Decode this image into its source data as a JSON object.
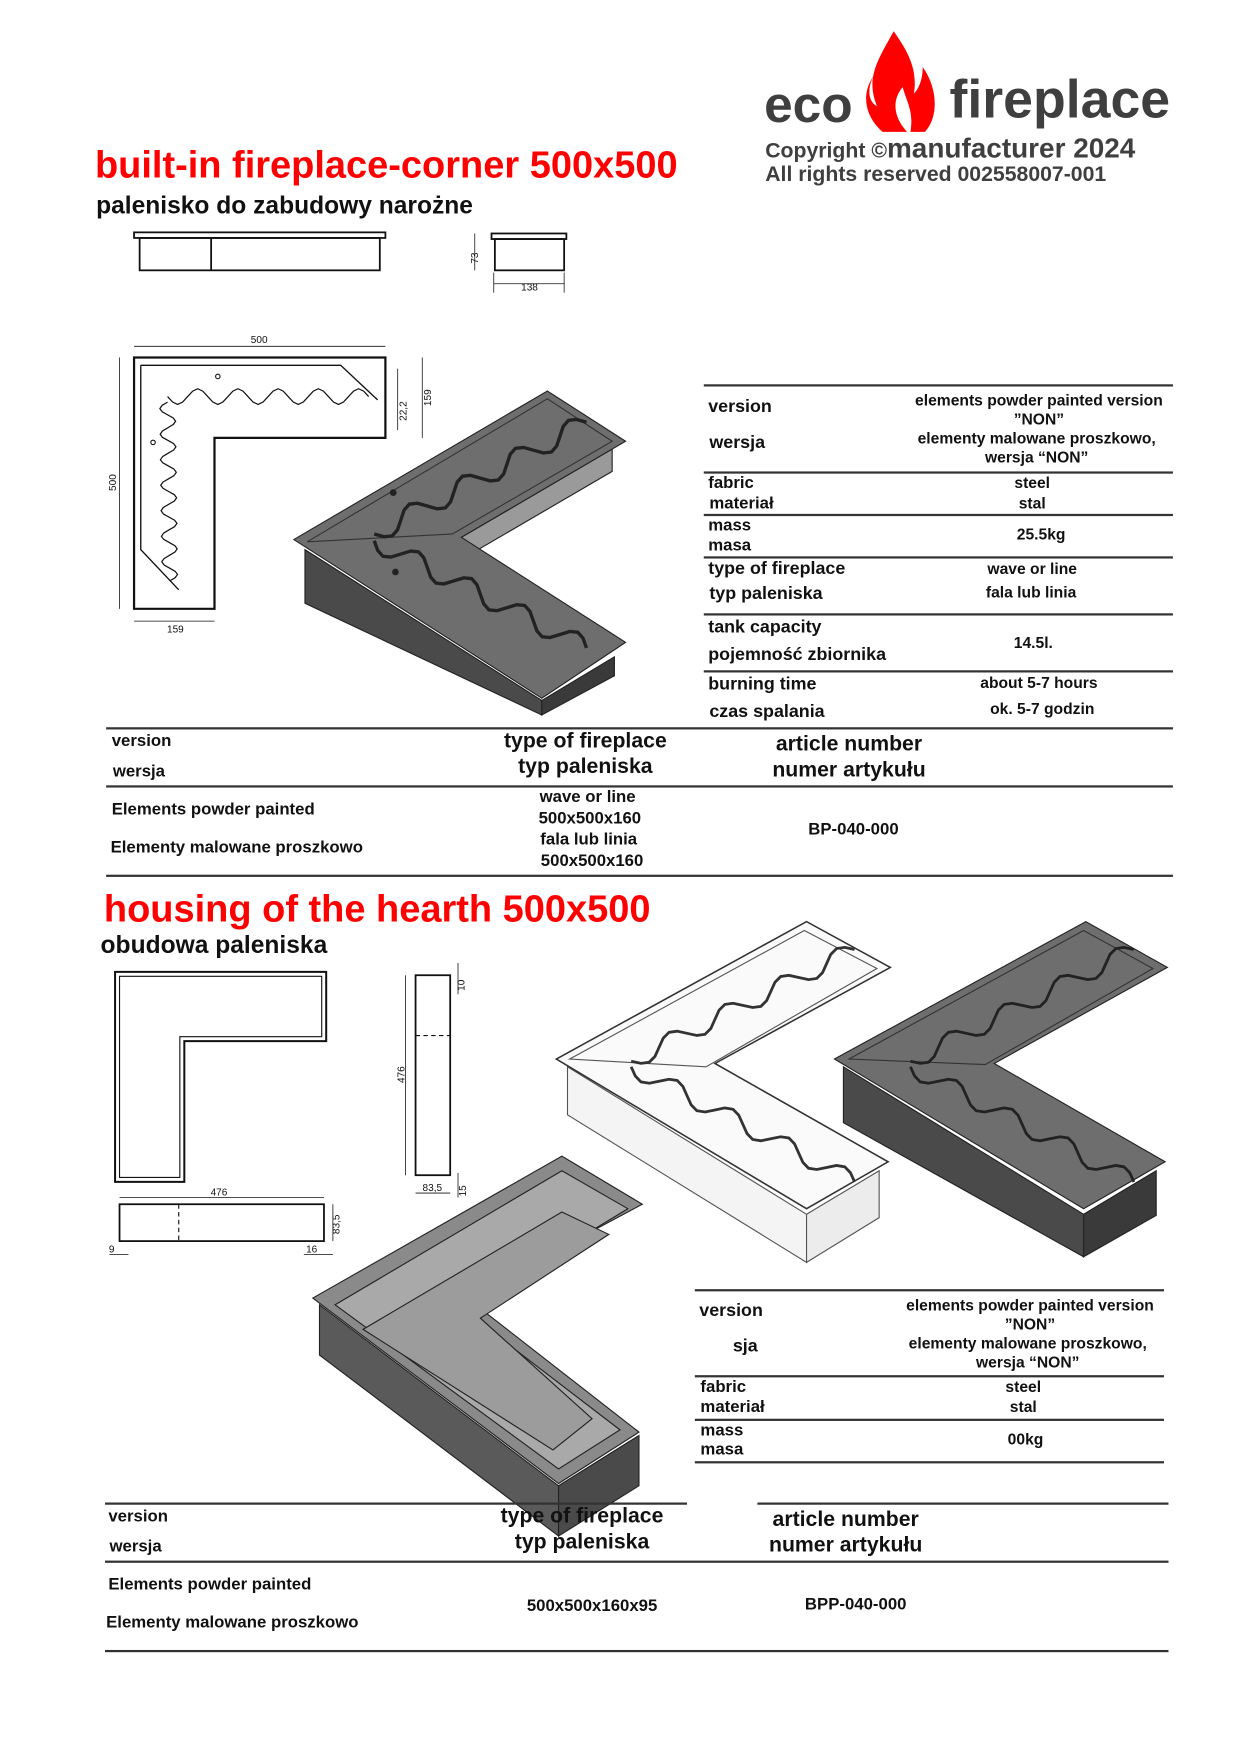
{
  "logo": {
    "eco": "eco",
    "fireplace": "fireplace",
    "copyright_prefix": "Copyright ©",
    "copyright_rest": "manufacturer 2024",
    "rights": "All rights reserved 002558007-001",
    "brand_red": "#ff0000",
    "brand_gray": "#3f3f3f"
  },
  "section1": {
    "title": "built-in fireplace-corner 500x500",
    "subtitle": "palenisko do zabudowy narożne",
    "dimensions": {
      "side_h": "73",
      "side_w": "138",
      "top": "500",
      "left": "500",
      "bottom": "159",
      "right_small": "22,2",
      "right": "159"
    },
    "specs": [
      {
        "label1": "version",
        "label2": "wersja",
        "value": [
          "elements   powder painted version",
          "”NON”",
          "elementy malowane proszkowo,",
          "wersja “NON”"
        ]
      },
      {
        "label1": "fabric",
        "label2": "materiał",
        "value": [
          "steel",
          "stal"
        ]
      },
      {
        "label1": "mass",
        "label2": "masa",
        "value": [
          "25.5kg"
        ]
      },
      {
        "label1": "type of fireplace",
        "label2": "typ paleniska",
        "value": [
          "wave or line",
          "fala lub linia"
        ]
      },
      {
        "label1": "tank capacity",
        "label2": "pojemność zbiornika",
        "value": [
          "14.5l."
        ]
      },
      {
        "label1": "burning time",
        "label2": "czas spalania",
        "value": [
          "about 5-7 hours",
          "ok. 5-7 godzin"
        ]
      }
    ],
    "table": {
      "h_version": "version",
      "h_wersja": "wersja",
      "h_type1": "type of fireplace",
      "h_type2": "typ paleniska",
      "h_art1": "article number",
      "h_art2": "numer artykułu",
      "row_v1": "Elements powder painted",
      "row_v2": "Elementy malowane proszkowo",
      "row_type": [
        "wave or line",
        "500x500x160",
        "fala lub linia",
        "500x500x160"
      ],
      "row_art": "BP-040-000"
    }
  },
  "section2": {
    "title": "housing of the hearth 500x500",
    "subtitle": "obudowa paleniska",
    "dimensions": {
      "side_h": "476",
      "side_top": "10",
      "side_w": "83,5",
      "side_bottom": "15",
      "bottom_w": "476",
      "bottom_h": "83,5",
      "bottom_left": "9",
      "bottom_right": "16"
    },
    "specs": [
      {
        "label1": "version",
        "label2": "sja",
        "value": [
          "elements   powder painted version",
          "”NON”",
          "elementy malowane proszkowo,",
          "wersja “NON”"
        ]
      },
      {
        "label1": "fabric",
        "label2": "materiał",
        "value": [
          "steel",
          "stal"
        ]
      },
      {
        "label1": "mass",
        "label2": "masa",
        "value": [
          "00kg"
        ]
      }
    ],
    "table": {
      "h_version": "version",
      "h_wersja": "wersja",
      "h_type1": "type of fireplace",
      "h_type2": "typ paleniska",
      "h_art1": "article number",
      "h_art2": "numer artykułu",
      "row_v1": "Elements powder painted",
      "row_v2": "Elementy malowane proszkowo",
      "row_type": "500x500x160x95",
      "row_art": "BPP-040-000"
    }
  }
}
